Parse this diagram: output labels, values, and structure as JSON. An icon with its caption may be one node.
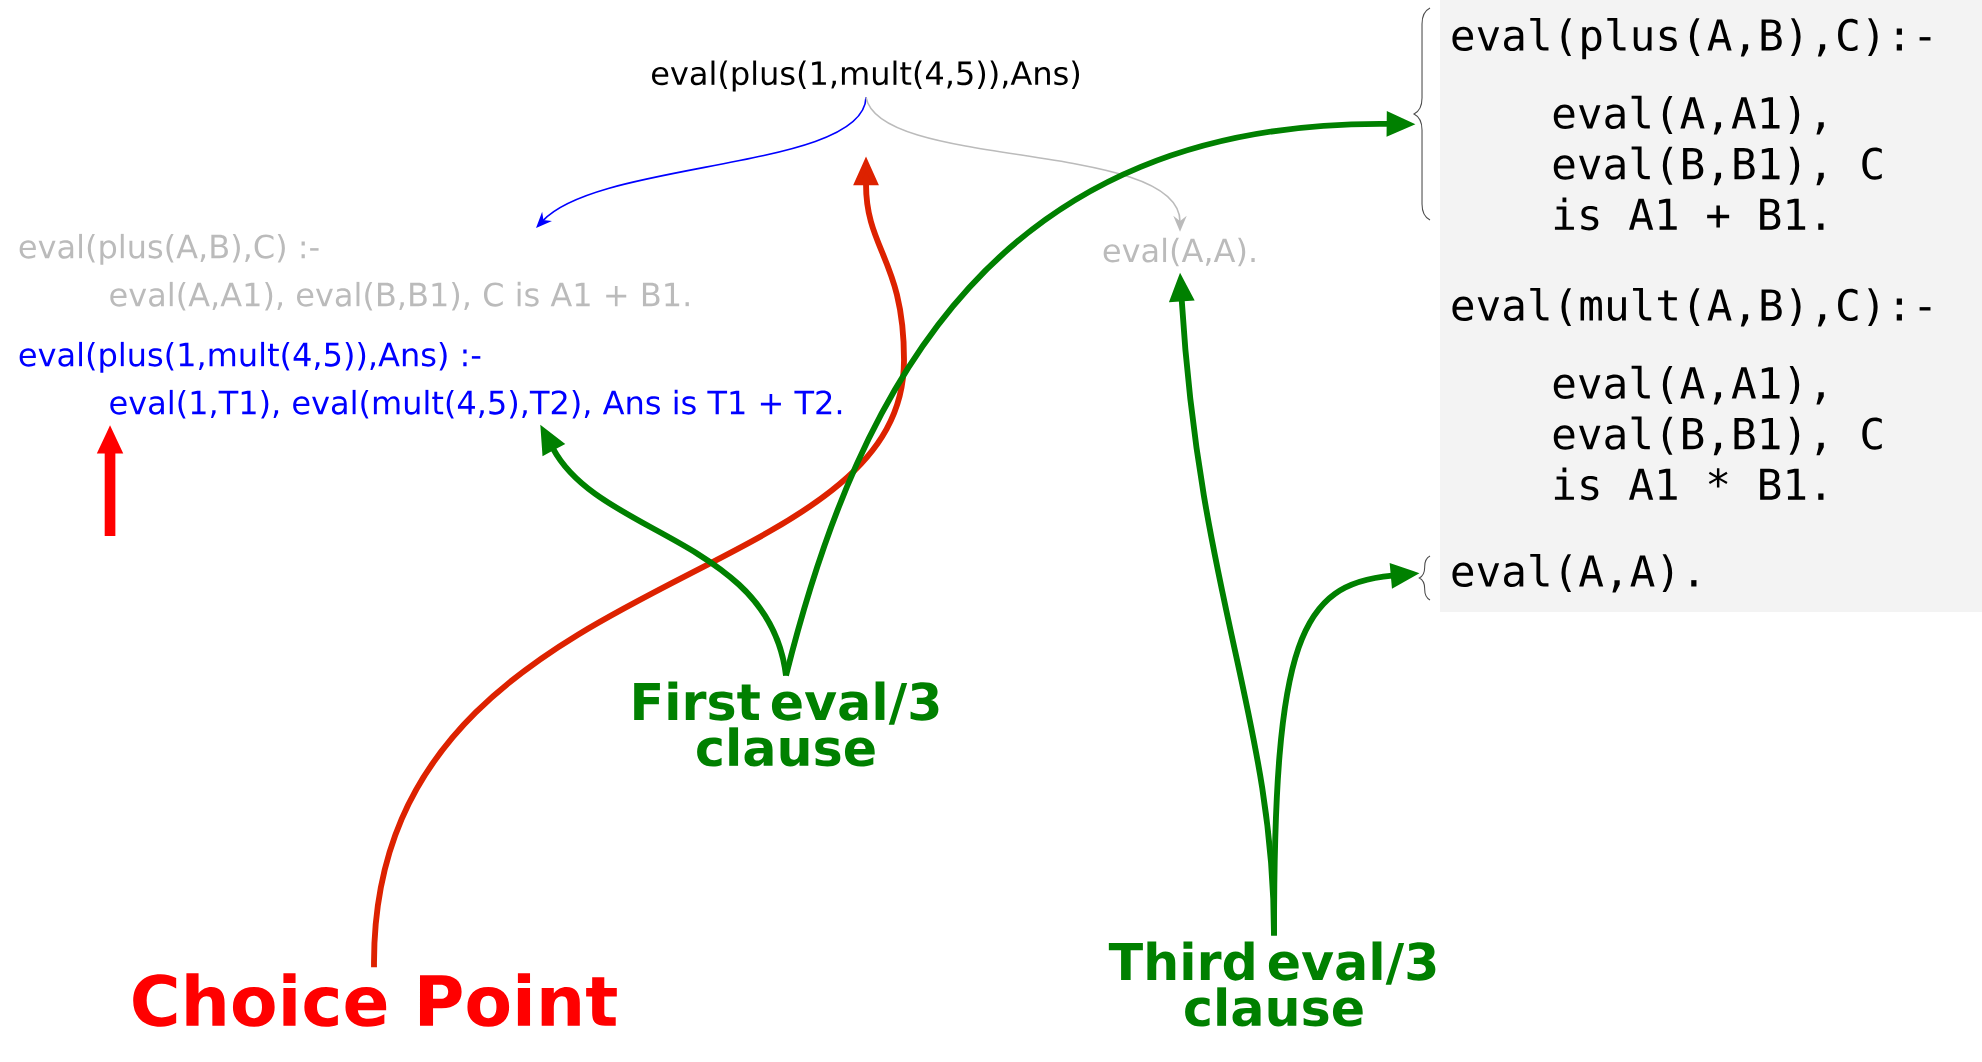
{
  "diagram": {
    "nodes": [
      {
        "text": [
          "eval(plus(1,mult(4,5)),Ans)"
        ]
      },
      {
        "text": [
          "eval(plus(A,B),C) :-",
          "eval(A,A1), eval(B,B1), C is A1 + B1."
        ]
      },
      {
        "text": [
          "eval(plus(1,mult(4,5)),Ans) :-",
          "eval(1,T1), eval(mult(4,5),T2), Ans is T1 + T2."
        ]
      },
      {
        "text": [
          "eval(A,A)."
        ]
      },
      {
        "text": [
          "eval(plus(A,B),C):-",
          "eval(A,A1), eval(B,B1), C is A1 + B1."
        ]
      },
      {
        "text": [
          "eval(mult(A,B),C):-",
          "eval(A,A1), eval(B,B1), C is A1 * B1."
        ]
      },
      {
        "text": [
          "eval(A,A)."
        ]
      },
      {
        "text": [
          "Choice Point"
        ]
      },
      {
        "text": [
          "First eval/3 clause"
        ]
      },
      {
        "text": [
          "Third eval/3 clause"
        ]
      }
    ],
    "edges": [
      {
        "from": 0,
        "to": 1,
        "arrow": "to",
        "color": "#0000ff"
      },
      {
        "from": 0,
        "to": 3,
        "arrow": "to",
        "color": "#bbbbbb"
      },
      {
        "from": 7,
        "to": 0,
        "arrow": "to",
        "color": "#dd2200"
      },
      {
        "from": 8,
        "to": 2,
        "arrow": "to"
      },
      {
        "from": 8,
        "to": 4,
        "arrow": "to"
      },
      {
        "from": 9,
        "to": 3,
        "arrow": "to"
      },
      {
        "from": 9,
        "to": 6,
        "arrow": "to"
      },
      {
        "from": null,
        "to": 2,
        "arrow": "to",
        "style": "thick",
        "color": "#ff0000"
      }
    ]
  }
}
